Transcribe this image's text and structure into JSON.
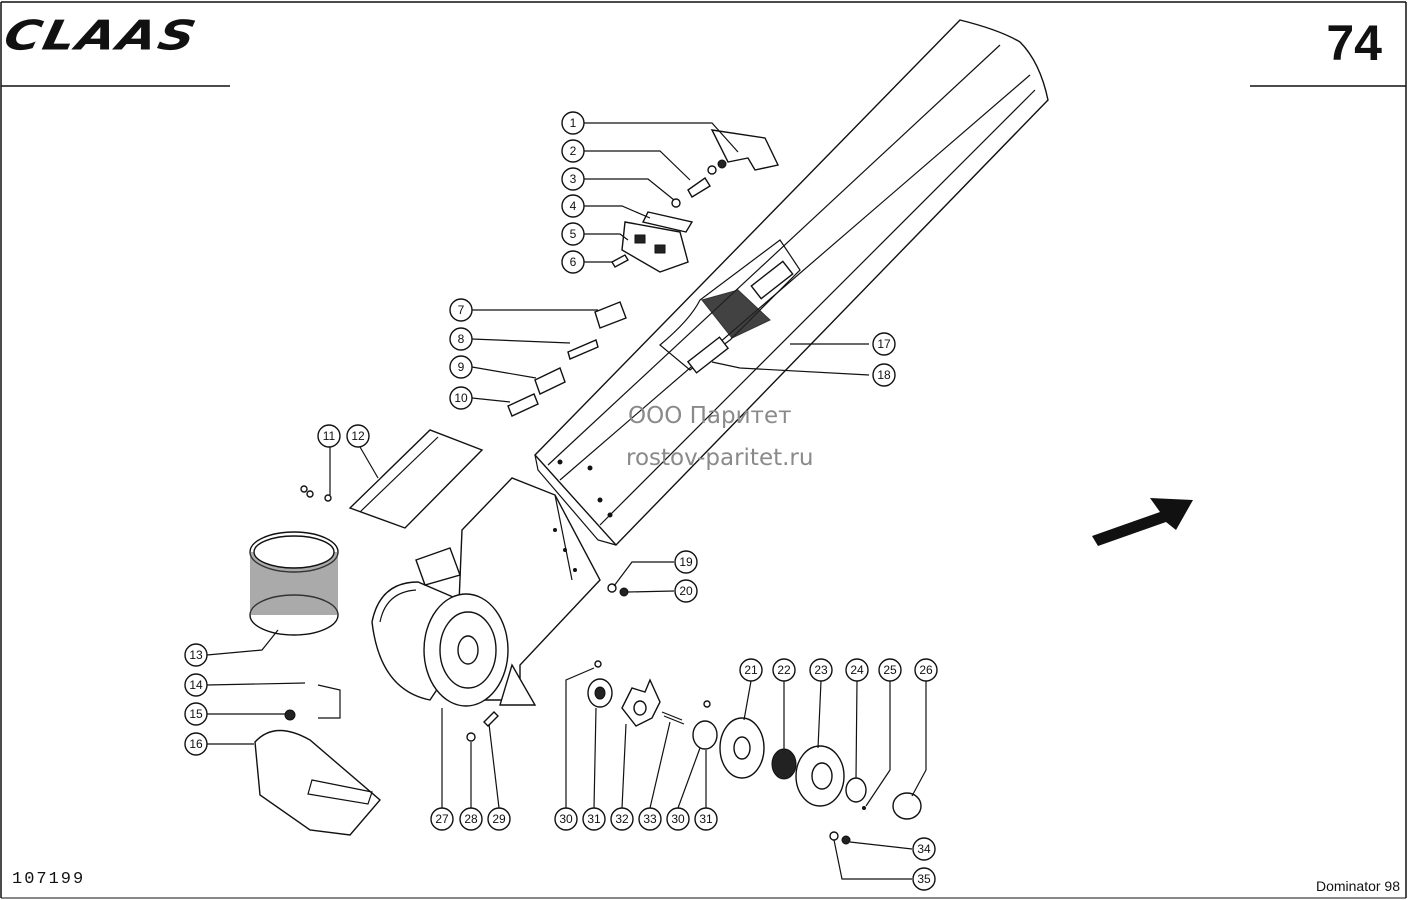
{
  "header": {
    "brand": "CLAAS",
    "page_number": "74"
  },
  "footer": {
    "document_number": "107199",
    "model": "Dominator 98"
  },
  "watermark": {
    "company": "ООО Паритет",
    "website": "rostov-paritet.ru"
  },
  "callouts": [
    "1",
    "2",
    "3",
    "4",
    "5",
    "6",
    "7",
    "8",
    "9",
    "10",
    "11",
    "12",
    "13",
    "14",
    "15",
    "16",
    "17",
    "18",
    "19",
    "20",
    "21",
    "22",
    "23",
    "24",
    "25",
    "26",
    "27",
    "28",
    "29",
    "30",
    "31",
    "32",
    "33",
    "30",
    "31",
    "34",
    "35"
  ],
  "icons": {
    "direction": "direction-arrow-icon"
  }
}
